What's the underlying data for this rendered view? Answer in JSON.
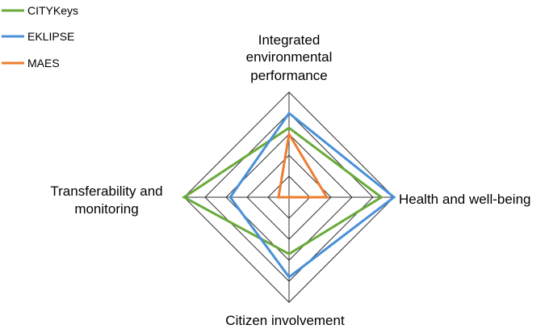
{
  "chart_data": {
    "type": "radar",
    "axes": [
      "Integrated environmental performance",
      "Health and well-being",
      "Citizen involvement",
      "Transferability and monitoring"
    ],
    "axis_label_lines": [
      [
        "Integrated",
        "environmental",
        "performance"
      ],
      [
        "Health and well-being"
      ],
      [
        "Citizen involvement"
      ],
      [
        "Transferability and",
        "monitoring"
      ]
    ],
    "range": [
      0,
      5
    ],
    "rings": 5,
    "grid": true,
    "legend_position": "top-left",
    "series": [
      {
        "name": "CITYKeys",
        "color": "#6aaa3a",
        "values": [
          3.3,
          4.4,
          2.7,
          5.0
        ]
      },
      {
        "name": "EKLIPSE",
        "color": "#4a90d9",
        "values": [
          4.0,
          5.0,
          3.8,
          2.8
        ]
      },
      {
        "name": "MAES",
        "color": "#ed7d31",
        "values": [
          3.0,
          1.8,
          0,
          0.5
        ]
      }
    ]
  }
}
